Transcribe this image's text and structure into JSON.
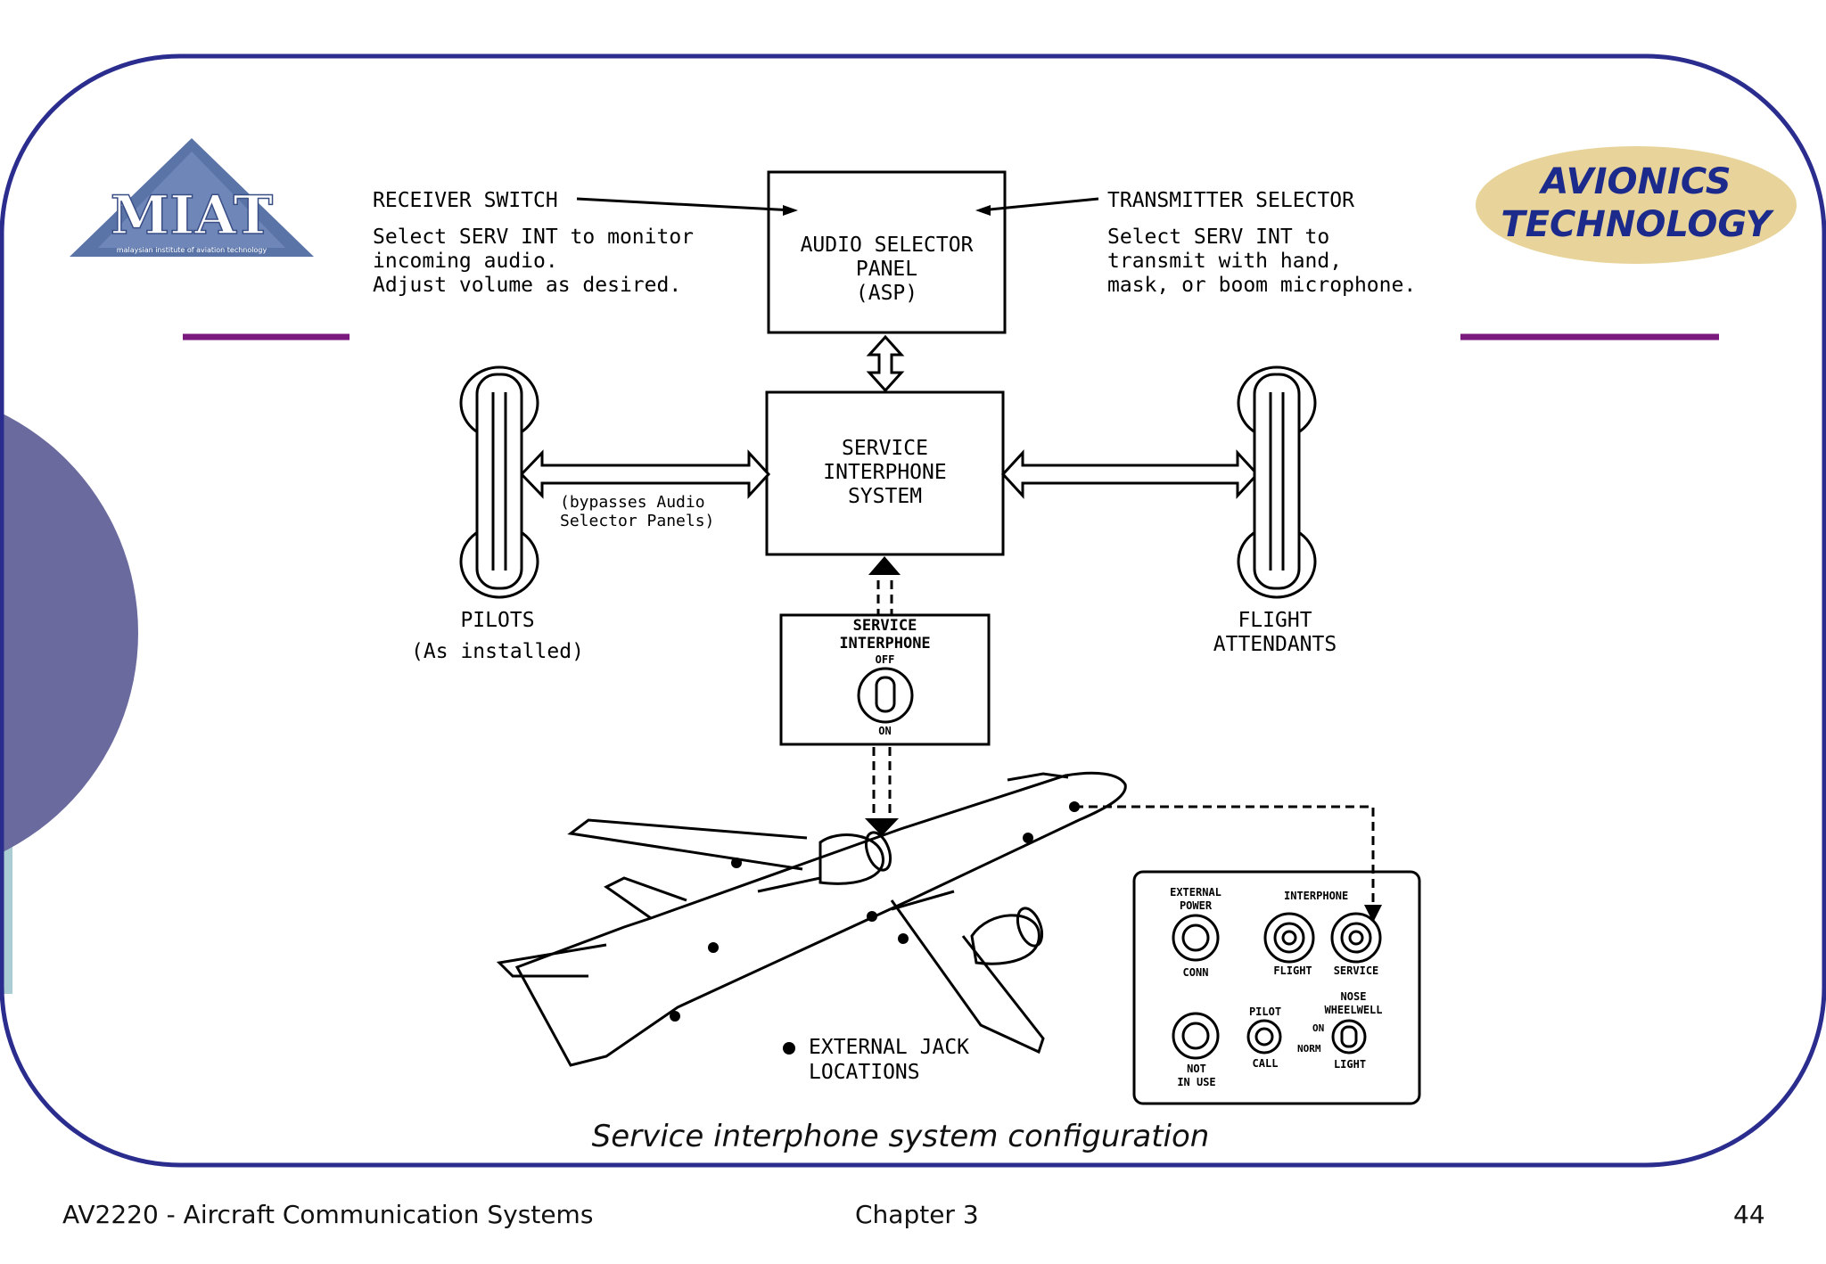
{
  "logo": {
    "text": "MIAT",
    "subtitle": "malaysian institute of aviation technology"
  },
  "badge": {
    "line1": "AVIONICS",
    "line2": "TECHNOLOGY"
  },
  "receiver": {
    "title": "RECEIVER SWITCH",
    "line1": "Select SERV INT to monitor",
    "line2": "incoming audio.",
    "line3": "Adjust volume as desired."
  },
  "transmitter": {
    "title": "TRANSMITTER SELECTOR",
    "line1": "Select SERV INT to",
    "line2": "transmit with hand,",
    "line3": "mask, or boom microphone."
  },
  "asp": {
    "line1": "AUDIO SELECTOR",
    "line2": "PANEL",
    "line3": "(ASP)"
  },
  "sis": {
    "line1": "SERVICE",
    "line2": "INTERPHONE",
    "line3": "SYSTEM"
  },
  "bypass": {
    "line1": "(bypasses Audio",
    "line2": "Selector Panels)"
  },
  "pilots": {
    "line1": "PILOTS",
    "line2": "(As installed)"
  },
  "attendants": {
    "line1": "FLIGHT",
    "line2": "ATTENDANTS"
  },
  "switch_panel": {
    "line1": "SERVICE",
    "line2": "INTERPHONE",
    "off": "OFF",
    "on": "ON"
  },
  "jack_note": {
    "line1": "EXTERNAL JACK",
    "line2": "LOCATIONS"
  },
  "ext_panel": {
    "ext_power_1": "EXTERNAL",
    "ext_power_2": "POWER",
    "conn": "CONN",
    "interphone": "INTERPHONE",
    "flight": "FLIGHT",
    "service": "SERVICE",
    "pilot": "PILOT",
    "call": "CALL",
    "nose_1": "NOSE",
    "nose_2": "WHEELWELL",
    "on": "ON",
    "norm": "NORM",
    "light": "LIGHT",
    "not_1": "NOT",
    "not_2": "IN USE"
  },
  "caption": "Service interphone system configuration",
  "footer": {
    "course": "AV2220 - Aircraft Communication Systems",
    "chapter": "Chapter 3",
    "page": "44"
  },
  "colors": {
    "frame": "#2b2d8e",
    "accent_line": "#7a1a7e",
    "circle": "#6a6a9e",
    "side_strip": "#a9cdd3",
    "badge_fill": "#e8d49a",
    "badge_text": "#1c2a8c"
  }
}
